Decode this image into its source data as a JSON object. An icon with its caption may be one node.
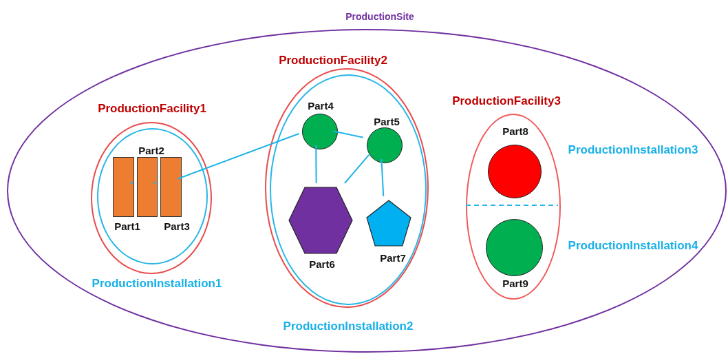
{
  "diagram": {
    "nodes": [
      {
        "text": [
          "ProductionSite"
        ]
      },
      {
        "text": [
          "ProductionFacility1"
        ],
        "in": 0
      },
      {
        "text": [
          "ProductionInstallation1"
        ],
        "in": 1
      },
      {
        "text": [
          "Part1"
        ],
        "in": 2
      },
      {
        "text": [
          "Part2"
        ],
        "in": 2
      },
      {
        "text": [
          "Part3"
        ],
        "in": 2
      },
      {
        "text": [
          "ProductionFacility2"
        ],
        "in": 0
      },
      {
        "text": [
          "ProductionInstallation2"
        ],
        "in": 6
      },
      {
        "text": [
          "Part4"
        ],
        "in": 7
      },
      {
        "text": [
          "Part5"
        ],
        "in": 7
      },
      {
        "text": [
          "Part6"
        ],
        "in": 7
      },
      {
        "text": [
          "Part7"
        ],
        "in": 7
      },
      {
        "text": [
          "ProductionFacility3"
        ],
        "in": 0
      },
      {
        "text": [
          "Part8"
        ],
        "in": 12
      },
      {
        "text": [
          "Part9"
        ],
        "in": 12
      }
    ],
    "edges": [
      {
        "from": 3,
        "to": 4,
        "arrow": "none"
      },
      {
        "from": 4,
        "to": 5,
        "arrow": "none"
      },
      {
        "from": 5,
        "to": 8,
        "arrow": "none"
      },
      {
        "from": 8,
        "to": 9,
        "arrow": "none"
      },
      {
        "from": 8,
        "to": 10,
        "arrow": "none"
      },
      {
        "from": 9,
        "to": 10,
        "arrow": "none"
      },
      {
        "from": 9,
        "to": 11,
        "arrow": "none"
      }
    ],
    "labels": [
      "ProductionInstallation3",
      "ProductionInstallation4"
    ]
  }
}
